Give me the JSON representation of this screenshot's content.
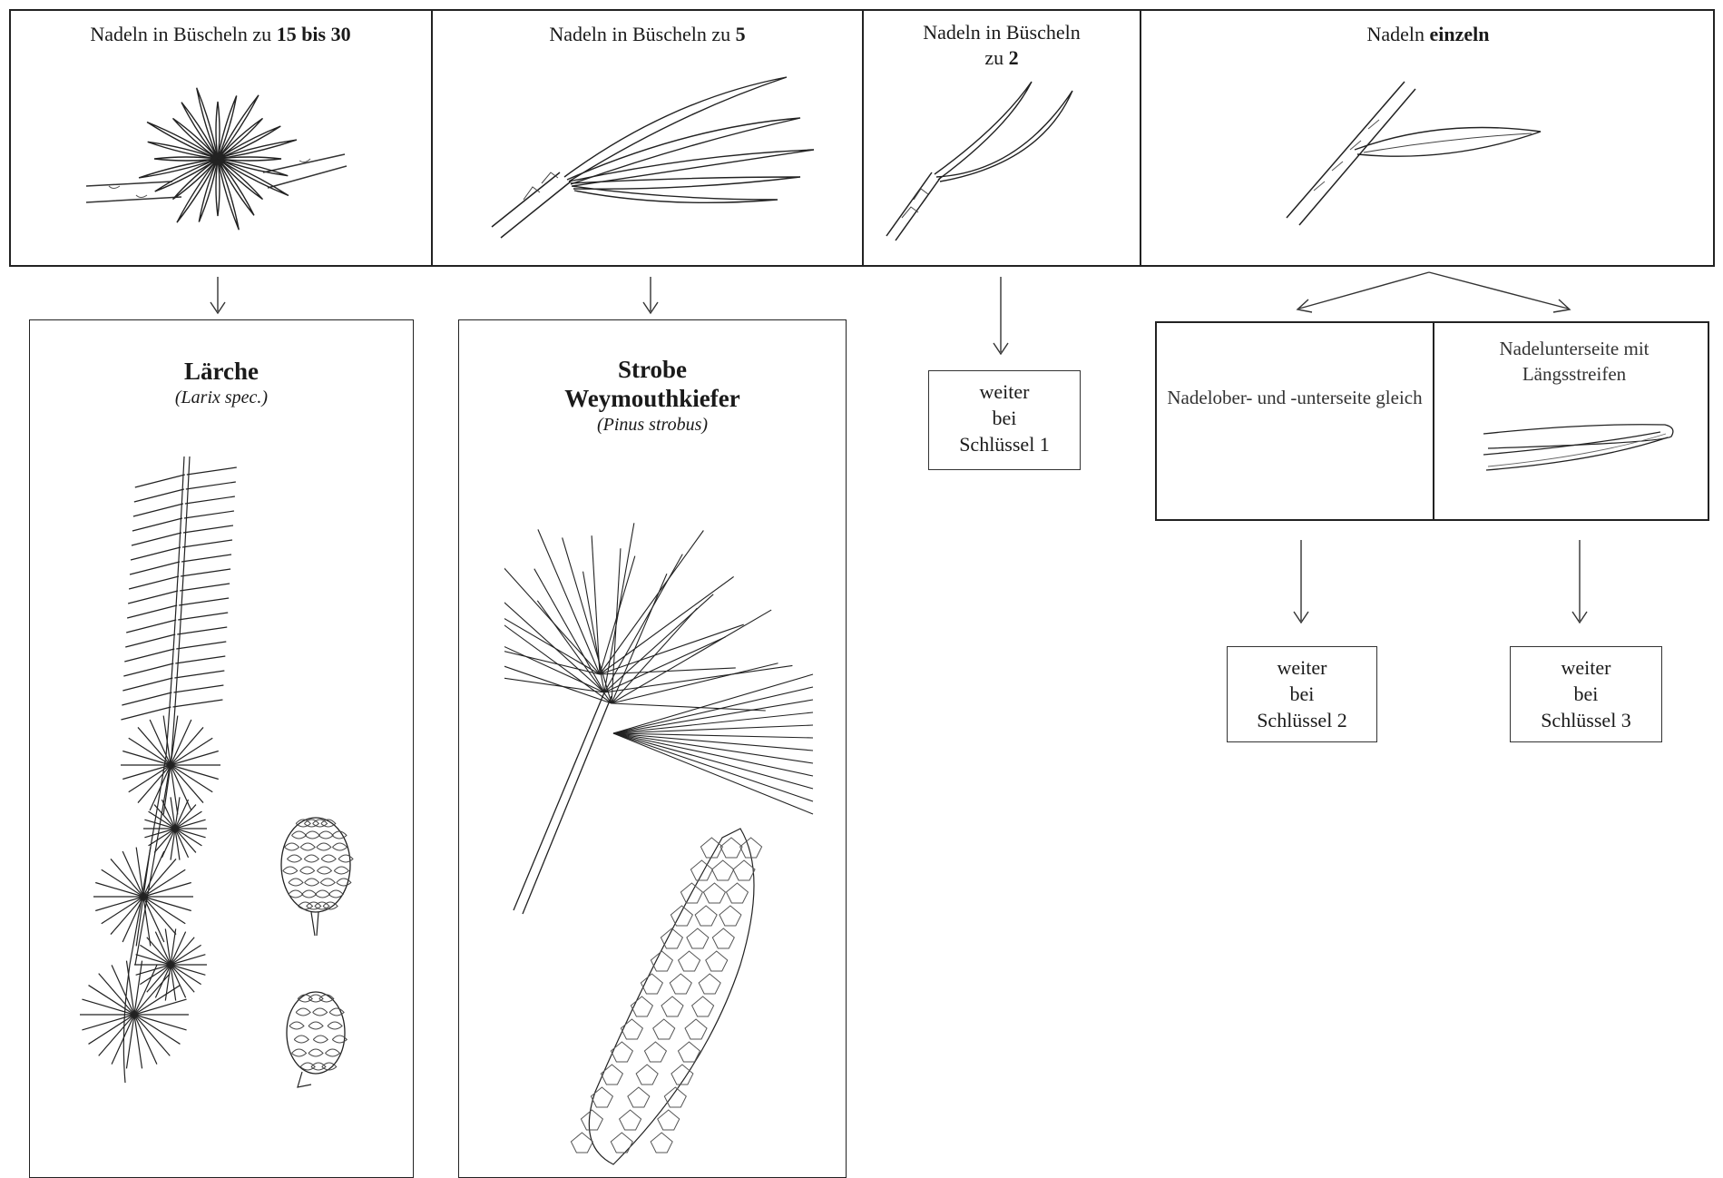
{
  "header_cells": [
    {
      "pre": "Nadeln in Büscheln zu ",
      "bold": "15 bis 30",
      "post": ""
    },
    {
      "pre": "Nadeln in Büscheln zu ",
      "bold": "5",
      "post": ""
    },
    {
      "pre": "Nadeln in Büscheln zu ",
      "bold": "2",
      "post": ""
    },
    {
      "pre": "Nadeln ",
      "bold": "einzeln",
      "post": ""
    }
  ],
  "results": {
    "larch": {
      "name": "Lärche",
      "latin": "(Larix spec.)"
    },
    "strobe": {
      "name": "Strobe Weymouthkiefer",
      "name_line1": "Strobe",
      "name_line2": "Weymouthkiefer",
      "latin": "(Pinus strobus)"
    }
  },
  "single_split": {
    "left": "Nadelober- und -unterseite gleich",
    "right": "Nadelunterseite mit Längsstreifen"
  },
  "refs": {
    "key1": {
      "l1": "weiter",
      "l2": "bei",
      "l3": "Schlüssel 1"
    },
    "key2": {
      "l1": "weiter",
      "l2": "bei",
      "l3": "Schlüssel 2"
    },
    "key3": {
      "l1": "weiter",
      "l2": "bei",
      "l3": "Schlüssel 3"
    }
  }
}
